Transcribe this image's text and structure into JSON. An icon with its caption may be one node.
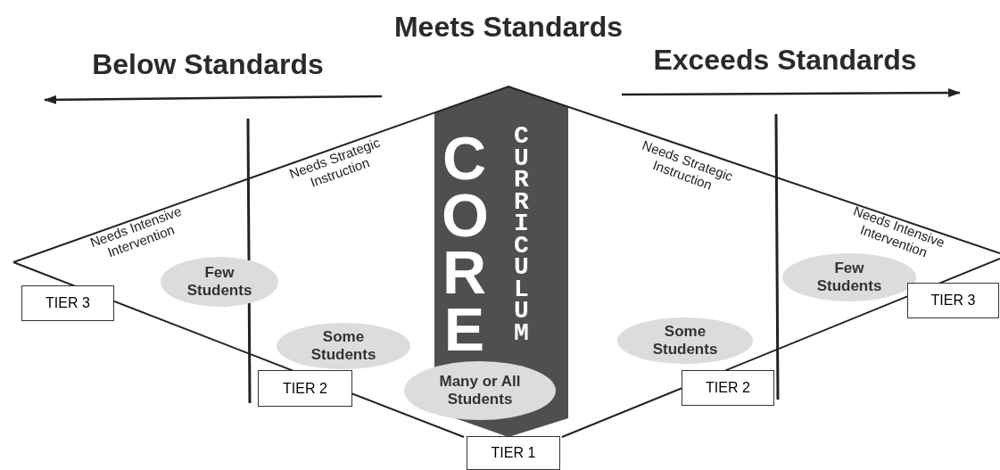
{
  "diagram": {
    "nodes": [
      {
        "text": [
          "CORE",
          "CURRICULUM"
        ]
      },
      {
        "text": [
          "Few Students"
        ]
      },
      {
        "text": [
          "Few Students"
        ]
      },
      {
        "text": [
          "TIER 3"
        ]
      },
      {
        "text": [
          "TIER 3"
        ]
      },
      {
        "text": [
          "Some Students"
        ]
      },
      {
        "text": [
          "Some Students"
        ]
      },
      {
        "text": [
          "TIER 2"
        ]
      },
      {
        "text": [
          "TIER 2"
        ]
      },
      {
        "text": [
          "Many or All Students"
        ]
      },
      {
        "text": [
          "TIER 1"
        ]
      }
    ],
    "labels": [
      "Meets Standards",
      "Below Standards",
      "Exceeds Standards",
      "Needs Strategic Instruction",
      "Needs Strategic Instruction",
      "Needs Intensive Intervention",
      "Needs Intensive Intervention"
    ]
  }
}
